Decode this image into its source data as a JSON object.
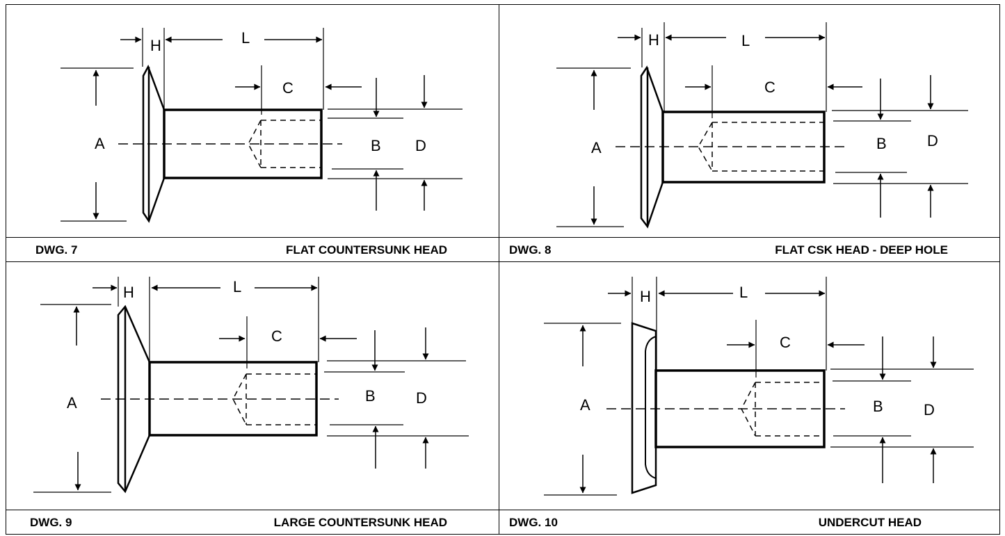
{
  "drawings": [
    {
      "number_label": "DWG.  7",
      "title": "FLAT COUNTERSUNK HEAD",
      "head": "countersunk",
      "hole": "blind"
    },
    {
      "number_label": "DWG.  8",
      "title": "FLAT CSK HEAD - DEEP HOLE",
      "head": "countersunk",
      "hole": "deep"
    },
    {
      "number_label": "DWG.  9",
      "title": "LARGE COUNTERSUNK HEAD",
      "head": "large-countersunk",
      "hole": "blind"
    },
    {
      "number_label": "DWG.  10",
      "title": "UNDERCUT HEAD",
      "head": "undercut",
      "hole": "blind"
    }
  ],
  "dimension_labels": {
    "h": "H",
    "l": "L",
    "c": "C",
    "a": "A",
    "b": "B",
    "d": "D"
  }
}
